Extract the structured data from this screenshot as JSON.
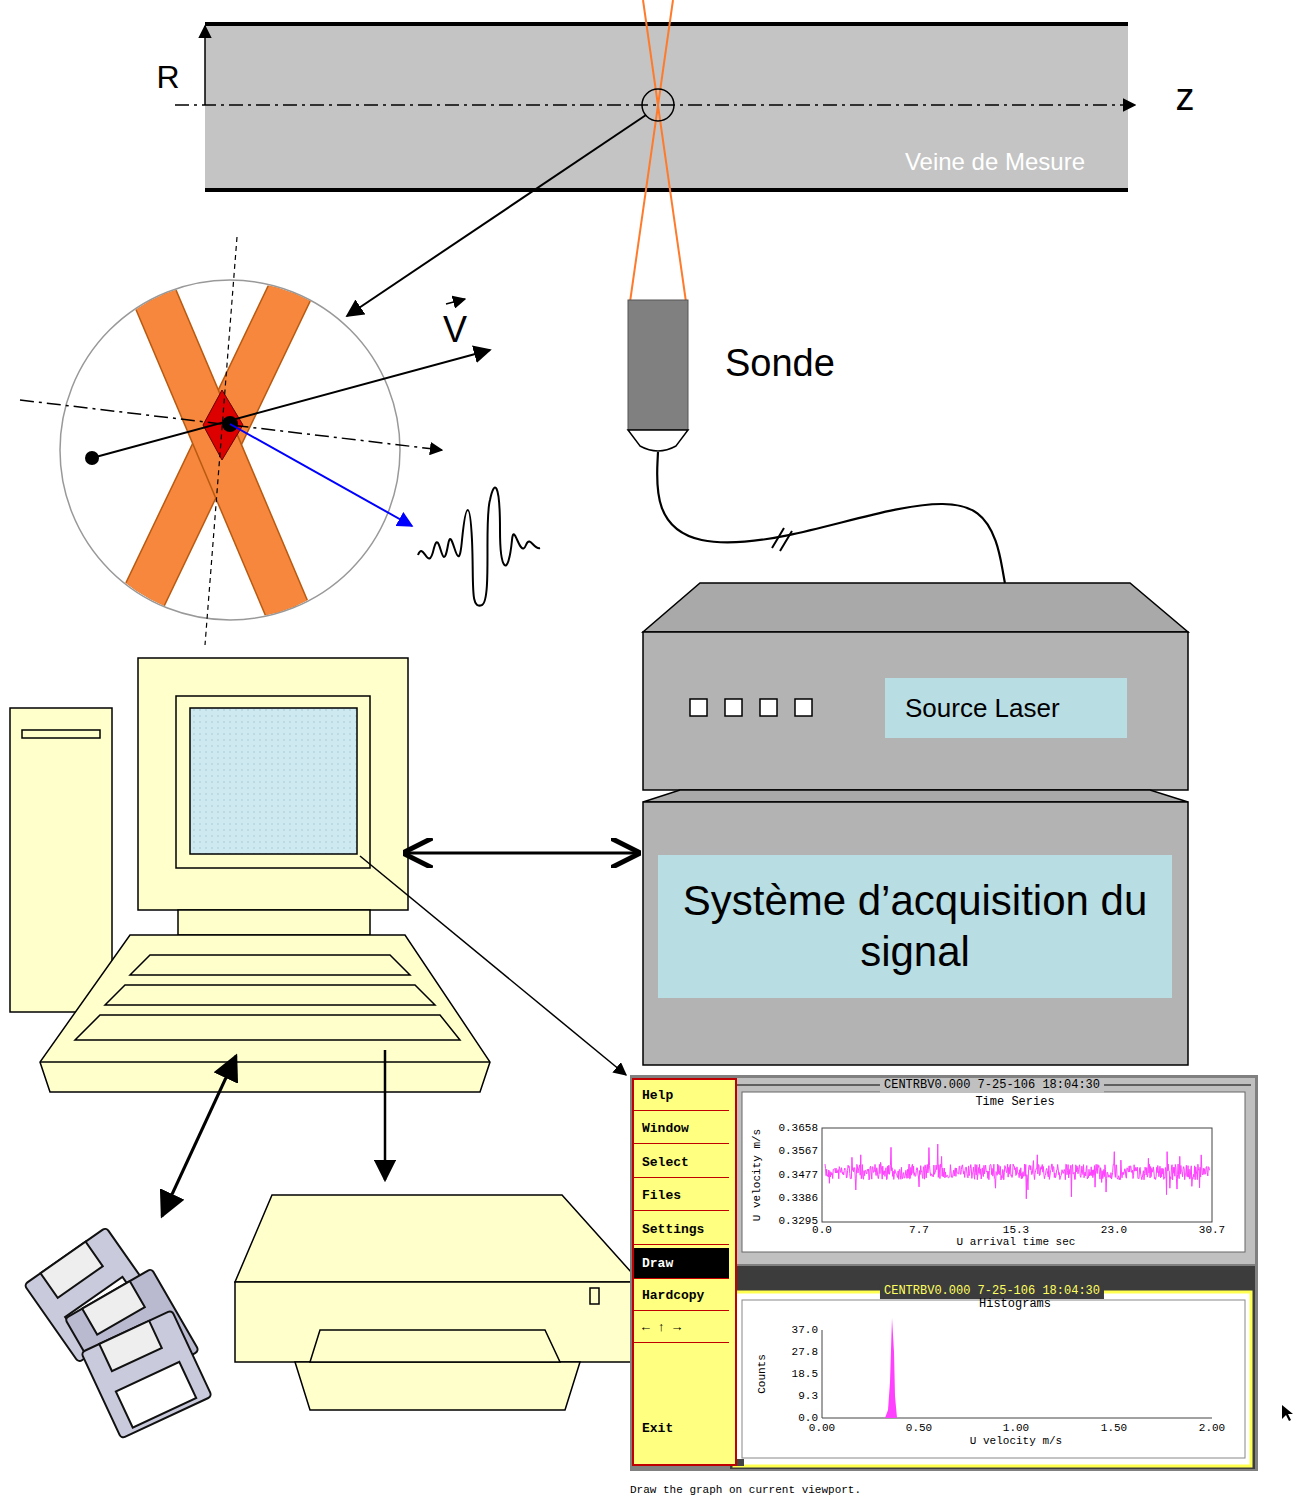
{
  "diagram": {
    "nodes": [
      {
        "text": [
          "Veine de Mesure"
        ]
      },
      {
        "text": [
          "Sonde"
        ]
      },
      {
        "text": [
          "Source Laser"
        ]
      },
      {
        "text": [
          "Système d’acquisition du signal"
        ]
      },
      {
        "text": [
          "Help",
          "Window",
          "Select",
          "Files",
          "Settings",
          "Draw",
          "Hardcopy",
          "← ↑ →",
          "Exit"
        ]
      },
      {
        "text": [
          "CENTRBV0.000 7-25-106 18:04:30",
          "Time Series"
        ]
      },
      {
        "text": [
          "CENTRBV0.000 7-25-106 18:04:30",
          "Histograms"
        ]
      }
    ],
    "edges": [
      {
        "from": 1,
        "to": 2,
        "arrow": "none"
      }
    ],
    "labels": [
      "R",
      "z",
      "V",
      "U velocity m/s",
      "0.3658",
      "0.3567",
      "0.3477",
      "0.3386",
      "0.3295",
      "0.0",
      "7.7",
      "15.3",
      "23.0",
      "30.7",
      "U arrival time sec",
      "Counts",
      "37.0",
      "27.8",
      "18.5",
      "9.3",
      "0.0",
      "0.00",
      "0.50",
      "1.00",
      "1.50",
      "2.00",
      "U velocity m/s",
      "Draw the graph on current viewport."
    ]
  }
}
